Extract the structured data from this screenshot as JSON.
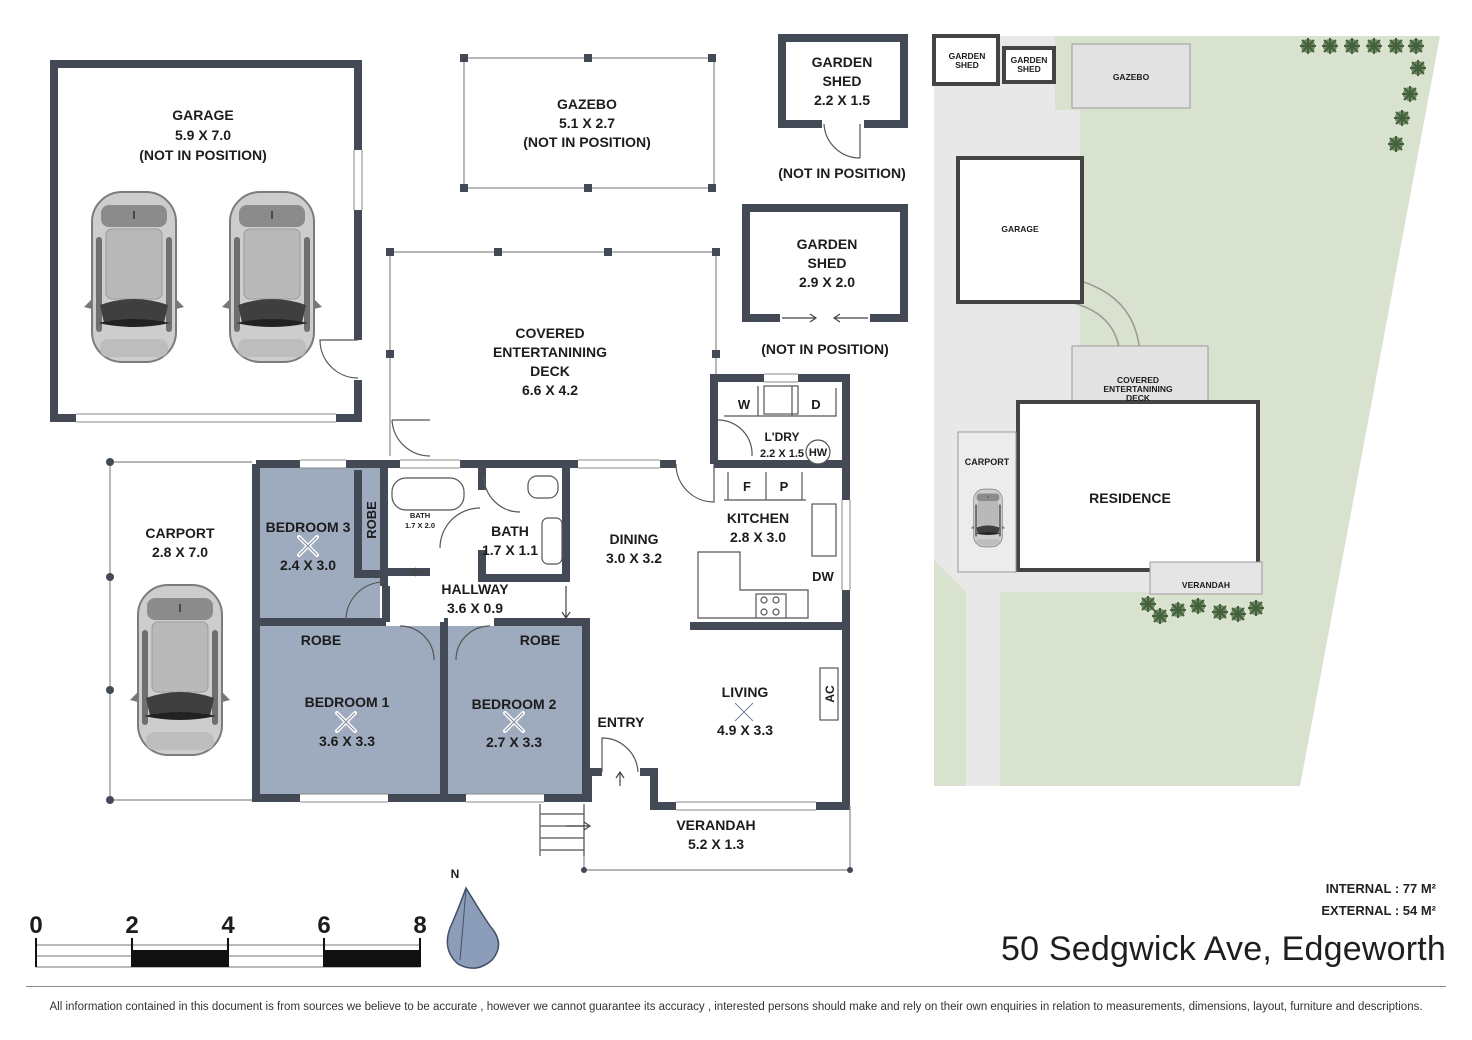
{
  "address": "50 Sedgwick Ave, Edgeworth",
  "areas": {
    "internal": "INTERNAL : 77 M²",
    "external": "EXTERNAL : 54 M²"
  },
  "disclaimer": "All information contained in this document is from sources we believe to be accurate , however we cannot guarantee its accuracy , interested persons should make and rely on their own enquiries in relation to measurements, dimensions, layout, furniture and descriptions.",
  "scale": {
    "ticks": [
      "0",
      "2",
      "4",
      "6",
      "8"
    ]
  },
  "compass": {
    "north": "N"
  },
  "colors": {
    "wall": "#434a55",
    "bedroom": "#9eaabd",
    "site": "#d9e2cf",
    "driveway": "#e6e6e6"
  },
  "rooms": {
    "garage": {
      "name": "GARAGE",
      "dims": "5.9 X 7.0",
      "note": "(NOT IN POSITION)"
    },
    "gazebo": {
      "name": "GAZEBO",
      "dims": "5.1 X 2.7",
      "note": "(NOT IN POSITION)"
    },
    "shed1": {
      "name1": "GARDEN",
      "name2": "SHED",
      "dims": "2.2 X 1.5",
      "note": "(NOT IN POSITION)"
    },
    "shed2": {
      "name1": "GARDEN",
      "name2": "SHED",
      "dims": "2.9 X 2.0",
      "note": "(NOT IN POSITION)"
    },
    "deck": {
      "name1": "COVERED",
      "name2": "ENTERTANINING",
      "name3": "DECK",
      "dims": "6.6 X 4.2"
    },
    "carport": {
      "name": "CARPORT",
      "dims": "2.8 X 7.0"
    },
    "bedroom3": {
      "name": "BEDROOM 3",
      "dims": "2.4 X 3.0"
    },
    "robe3": {
      "name": "ROBE"
    },
    "bathtub": {
      "name": "BATH",
      "dims": "1.7 X 2.0"
    },
    "bath": {
      "name": "BATH",
      "dims": "1.7 X 1.1"
    },
    "hallway": {
      "name": "HALLWAY",
      "dims": "3.6 X 0.9"
    },
    "dining": {
      "name": "DINING",
      "dims": "3.0 X 3.2"
    },
    "laundry": {
      "name": "L'DRY",
      "dims": "2.2 X 1.5",
      "w": "W",
      "d": "D",
      "hw": "HW"
    },
    "kitchen": {
      "name": "KITCHEN",
      "dims": "2.8 X 3.0",
      "f": "F",
      "p": "P",
      "dw": "DW"
    },
    "robe1": {
      "name": "ROBE"
    },
    "robe2": {
      "name": "ROBE"
    },
    "bedroom1": {
      "name": "BEDROOM 1",
      "dims": "3.6 X 3.3"
    },
    "bedroom2": {
      "name": "BEDROOM 2",
      "dims": "2.7 X 3.3"
    },
    "entry": {
      "name": "ENTRY"
    },
    "living": {
      "name": "LIVING",
      "dims": "4.9 X 3.3",
      "ac": "AC"
    },
    "verandah": {
      "name": "VERANDAH",
      "dims": "5.2 X 1.3"
    }
  },
  "site": {
    "shed1": {
      "line1": "GARDEN",
      "line2": "SHED"
    },
    "shed2": {
      "line1": "GARDEN",
      "line2": "SHED"
    },
    "gazebo": "GAZEBO",
    "garage": "GARAGE",
    "deck": {
      "line1": "COVERED",
      "line2": "ENTERTANINING",
      "line3": "DECK"
    },
    "carport": "CARPORT",
    "residence": "RESIDENCE",
    "verandah": "VERANDAH"
  }
}
